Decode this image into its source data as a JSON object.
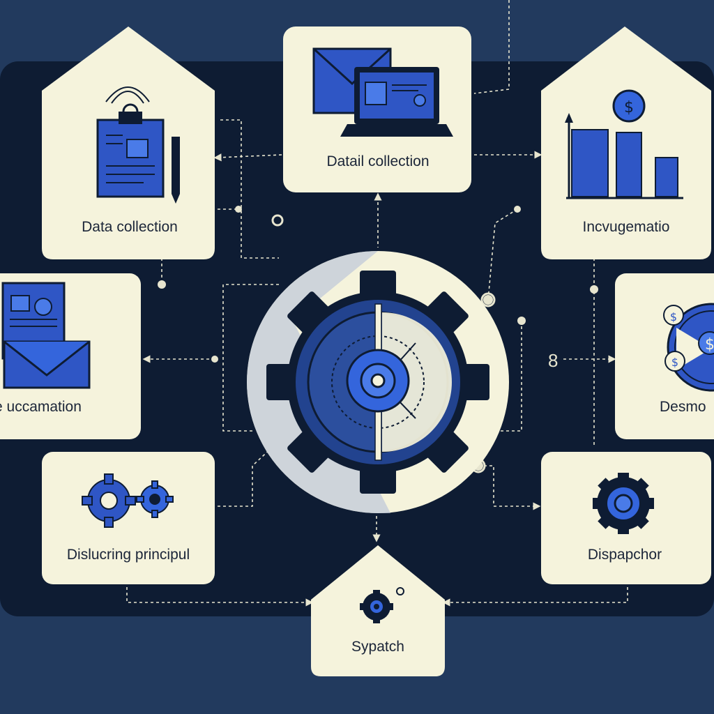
{
  "diagram": {
    "hub": {
      "label": ""
    },
    "nodes": [
      {
        "id": "top",
        "label": "Datail collection",
        "icon": "envelope-laptop-icon"
      },
      {
        "id": "left-top",
        "label": "Data collection",
        "icon": "clipboard-icon"
      },
      {
        "id": "right-top",
        "label": "Incvugematio",
        "icon": "bar-chart-dollar-icon"
      },
      {
        "id": "left-mid",
        "label": "e uccamation",
        "icon": "document-envelope-icon"
      },
      {
        "id": "right-mid",
        "label": "Desmo",
        "icon": "coins-globe-icon"
      },
      {
        "id": "left-bottom",
        "label": "Dislucring principul",
        "icon": "gears-icon"
      },
      {
        "id": "right-bottom",
        "label": "Dispapchor",
        "icon": "gear-icon"
      },
      {
        "id": "bottom",
        "label": "Sypatch",
        "icon": "small-gear-icon"
      }
    ],
    "connector_marks": [
      "8"
    ]
  },
  "colors": {
    "background": "#223a5e",
    "panel": "#0e1c33",
    "card": "#f5f3dc",
    "accent": "#2f56c5",
    "accent_light": "#4a7be8",
    "ink": "#1b2538"
  }
}
